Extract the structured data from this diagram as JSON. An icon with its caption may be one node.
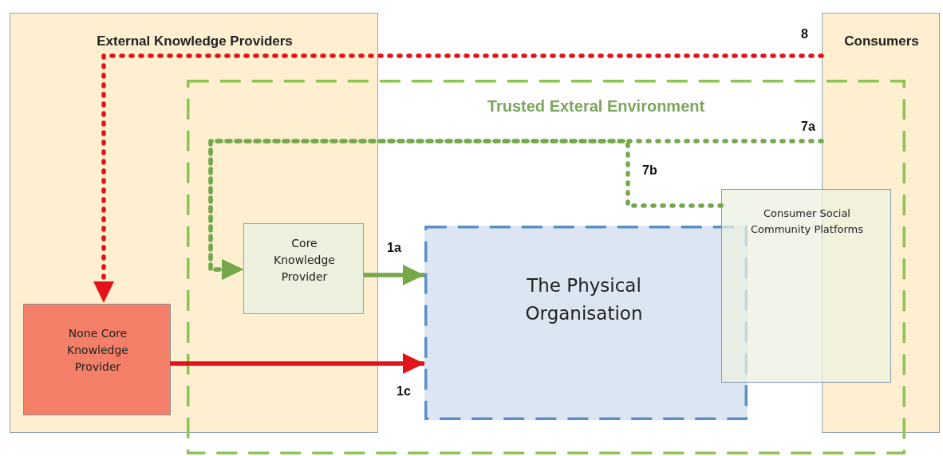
{
  "diagram": {
    "nodes": [
      {
        "text": [
          "External Knowledge Providers"
        ]
      },
      {
        "text": [
          "Consumers"
        ]
      },
      {
        "text": [
          "Trusted Exteral Environment"
        ]
      },
      {
        "text": [
          "Core Knowledge Provider"
        ]
      },
      {
        "text": [
          "None Core Knowledge Provider"
        ],
        "in": 0
      },
      {
        "text": [
          "The Physical Organisation"
        ],
        "in": 2
      },
      {
        "text": [
          "Consumer Social Community Platforms"
        ],
        "in": 2
      }
    ],
    "edges": [
      {
        "from": 1,
        "to": 4,
        "arrow": "to",
        "label": "8",
        "style": "dashed",
        "color": "#e3131b"
      },
      {
        "from": 1,
        "to": 3,
        "arrow": "to",
        "label": "7a",
        "style": "dashed",
        "color": "#74a84a"
      },
      {
        "from": 6,
        "to": 3,
        "arrow": "to",
        "label": "7b",
        "style": "dashed",
        "color": "#74a84a"
      },
      {
        "from": 3,
        "to": 5,
        "arrow": "to",
        "label": "1a",
        "color": "#74a84a"
      },
      {
        "from": 4,
        "to": 5,
        "arrow": "to",
        "label": "1c",
        "color": "#e3131b"
      }
    ]
  }
}
